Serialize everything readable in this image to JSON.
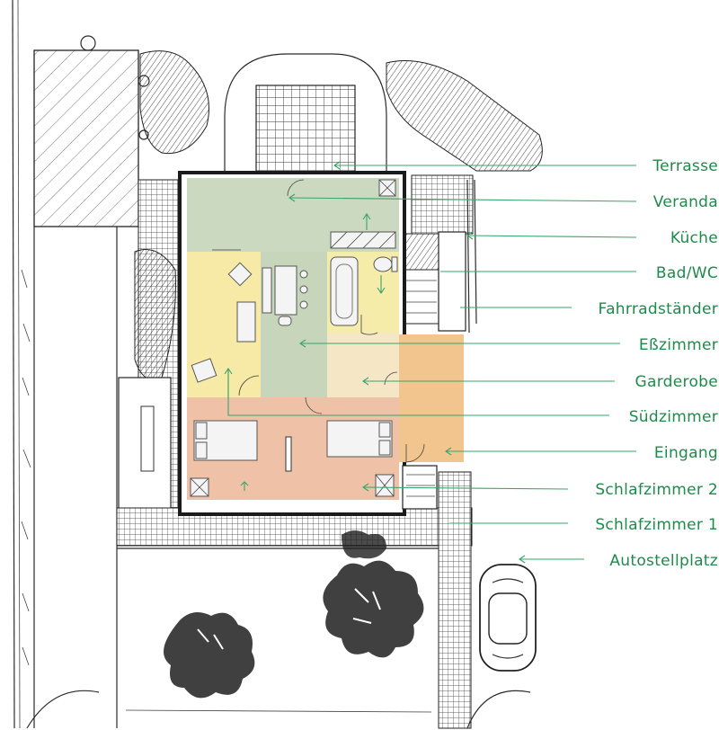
{
  "labels": [
    {
      "id": "terrasse",
      "text": "Terrasse"
    },
    {
      "id": "veranda",
      "text": "Veranda"
    },
    {
      "id": "kueche",
      "text": "Küche"
    },
    {
      "id": "bad-wc",
      "text": "Bad/WC"
    },
    {
      "id": "fahrradstaender",
      "text": "Fahrradständer"
    },
    {
      "id": "esszimmer",
      "text": "Eßzimmer"
    },
    {
      "id": "garderobe",
      "text": "Garderobe"
    },
    {
      "id": "suedzimmer",
      "text": "Südzimmer"
    },
    {
      "id": "eingang",
      "text": "Eingang"
    },
    {
      "id": "schlafzimmer-2",
      "text": "Schlafzimmer 2"
    },
    {
      "id": "schlafzimmer-1",
      "text": "Schlafzimmer 1"
    },
    {
      "id": "autostellplatz",
      "text": "Autostellplatz"
    }
  ],
  "colors": {
    "label": "#1f8a4c",
    "veranda": "#cbd9c0",
    "esszimmer": "#c7d5ba",
    "suedzimmer": "#f7eaa6",
    "bad": "#f6ecaa",
    "garderobe": "#f5e6c6",
    "eingang": "#f3c58e",
    "schlafzimmer": "#efc2a8"
  }
}
